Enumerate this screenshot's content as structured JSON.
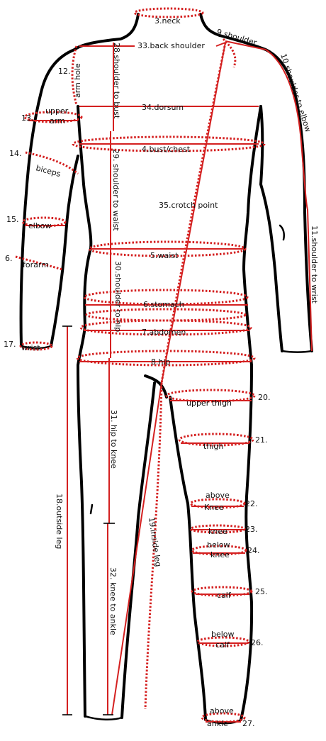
{
  "colors": {
    "measure": "#d42020",
    "outline": "#000000",
    "background": "#ffffff"
  },
  "labels": {
    "neck": "3.neck",
    "shoulder": "9.shoulder",
    "back_shoulder": "33.back shoulder",
    "arm_hole": "arm hole",
    "arm_hole_num": "12.",
    "shoulder_to_bust": "28.shoulder to bust",
    "shoulder_to_elbow": "10.shoulder to elbow",
    "upper_arm_num": "13.",
    "upper_arm_1": "upper",
    "upper_arm_2": "arm",
    "dorsum": "34.dorsum",
    "bust_chest": "4.bust/chest",
    "biceps_num": "14.",
    "biceps": "biceps",
    "shoulder_to_waist": "29. shoulder to waist",
    "crotch_point": "35.crotch point",
    "elbow_num": "15.",
    "elbow": "elbow",
    "shoulder_to_wrist": "11.shoulder to wrist",
    "forarm_num": "6.",
    "forarm": "forarm",
    "waist": "5.waist",
    "shoulder_to_hip": "30.shoulder to hip",
    "stomach": "6.stomach",
    "abdomen": "7.abdomen",
    "wrist_num": "17.",
    "wrist": "wrist",
    "hip": "8.hip",
    "upper_thigh_num": "20.",
    "upper_thigh": "upper thigh",
    "thigh_num": "21.",
    "thigh": "thigh",
    "hip_to_knee": "31. hip to knee",
    "outside_leg": "18.outside leg",
    "above_knee_num": "22.",
    "above_knee_1": "above",
    "above_knee_2": "Knee",
    "inside_leg": "19.inside leg",
    "knee_num": "23.",
    "knee": "knee",
    "below_knee_num": "24.",
    "below_knee_1": "below",
    "below_knee_2": "knee",
    "knee_to_ankle": "32. knee to ankle",
    "calf_num": "25.",
    "calf": "calf",
    "below_calf_num": "26.",
    "below_calf_1": "below",
    "below_calf_2": "calf",
    "above_ankle_num": "27.",
    "above_ankle_1": "above",
    "above_ankle_2": "ankle"
  }
}
